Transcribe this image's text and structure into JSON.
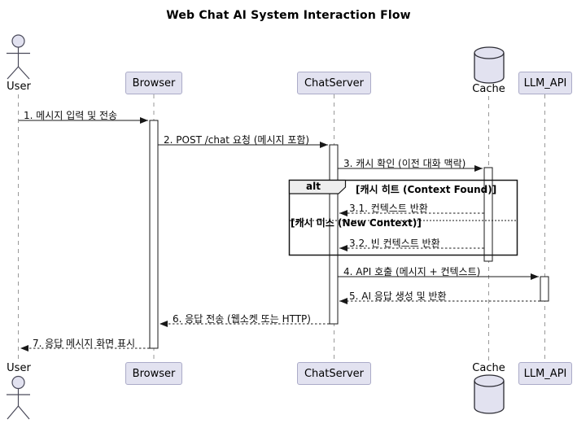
{
  "title": "Web Chat AI System Interaction Flow",
  "participants": {
    "user": {
      "label": "User",
      "type": "actor"
    },
    "browser": {
      "label": "Browser",
      "type": "box"
    },
    "chatserver": {
      "label": "ChatServer",
      "type": "box"
    },
    "cache": {
      "label": "Cache",
      "type": "database"
    },
    "llm_api": {
      "label": "LLM_API",
      "type": "box"
    }
  },
  "messages": [
    {
      "label": "1. 메시지 입력 및 전송",
      "from": "User",
      "to": "Browser",
      "style": "solid"
    },
    {
      "label": "2. POST /chat 요청 (메시지 포함)",
      "from": "Browser",
      "to": "ChatServer",
      "style": "solid"
    },
    {
      "label": "3. 캐시 확인 (이전 대화 맥락)",
      "from": "ChatServer",
      "to": "Cache",
      "style": "solid"
    },
    {
      "label": "3.1. 컨텍스트 반환",
      "from": "Cache",
      "to": "ChatServer",
      "style": "dashed"
    },
    {
      "label": "3.2. 빈 컨텍스트 반환",
      "from": "Cache",
      "to": "ChatServer",
      "style": "dashed"
    },
    {
      "label": "4. API 호출 (메시지 + 컨텍스트)",
      "from": "ChatServer",
      "to": "LLM_API",
      "style": "solid"
    },
    {
      "label": "5. AI 응답 생성 및 반환",
      "from": "LLM_API",
      "to": "ChatServer",
      "style": "dashed"
    },
    {
      "label": "6. 응답 전송 (웹소켓 또는 HTTP)",
      "from": "ChatServer",
      "to": "Browser",
      "style": "dashed"
    },
    {
      "label": "7. 응답 메시지 화면 표시",
      "from": "Browser",
      "to": "User",
      "style": "dashed"
    }
  ],
  "alt_block": {
    "keyword": "alt",
    "guards": [
      "[캐시 히트 (Context Found)]",
      "[캐시 미스 (New Context)]"
    ]
  },
  "colors": {
    "participant_fill": "#E2E2F0",
    "participant_border": "#ABABC8",
    "frame_label_fill": "#EEEEEE",
    "line": "#181818",
    "lifeline": "#999999",
    "background": "#FFFFFF"
  }
}
